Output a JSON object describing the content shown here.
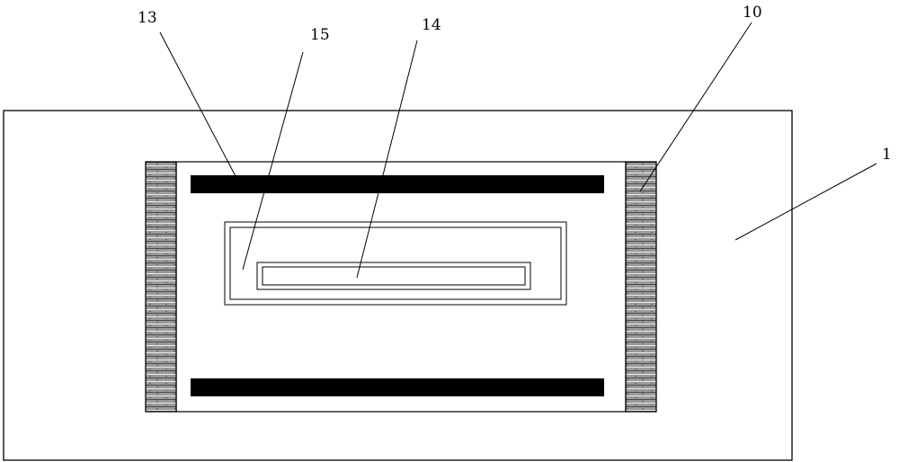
{
  "labels": {
    "label_13": "13",
    "label_15": "15",
    "label_14": "14",
    "label_10": "10",
    "label_1": "1"
  },
  "colors": {
    "line": "#000000",
    "bar": "#000000",
    "hatch_fill": "#8a8a8a",
    "background": "#ffffff"
  }
}
